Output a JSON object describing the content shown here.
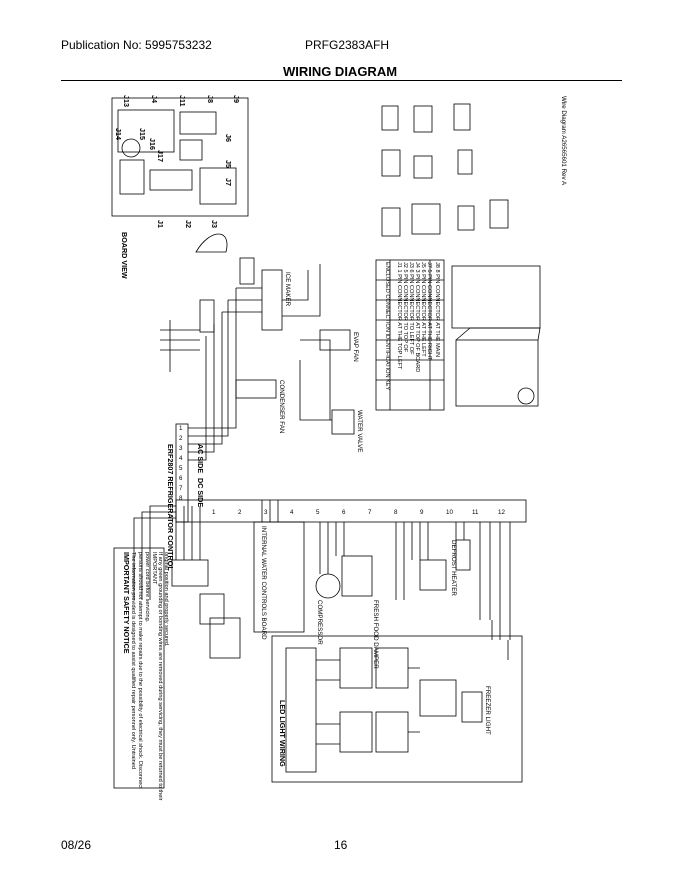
{
  "header": {
    "publication": "Publication No: 5995753232",
    "model": "PRFG2383AFH",
    "title": "WIRING DIAGRAM"
  },
  "footer": {
    "date": "08/26",
    "page": "16"
  },
  "diagram": {
    "board_view": "BOARD VIEW",
    "control": "ERF2807 REFRIGERATOR CONTROL",
    "ac_side": "AC SIDE",
    "dc_side": "DC SIDE",
    "wire_diagram": "Wire Diagram A26565601 Rev A",
    "connectors": [
      "J1",
      "J2",
      "J3",
      "J4",
      "J5",
      "J6",
      "J7",
      "J8",
      "J9",
      "J11",
      "J13",
      "J14",
      "J15",
      "J16",
      "J17"
    ],
    "safety_title": "IMPORTANT SAFETY NOTICE",
    "safety_lines": [
      "The information provided is designed to assist qualified repair personnel only. Untrained",
      "persons should not attempt to make repairs due to the possibility of electrical shock. Disconnect",
      "power cord before servicing.",
      "IMPORTANT",
      "If any green grounding or bonding wires are removed during servicing, they must be returned to their",
      "original position and properly secured."
    ],
    "led_light_wiring": "LED LIGHT WIRING",
    "internal_water": "INTERNAL WATER CONTROLS BOARD",
    "compressor": "COMPRESSOR",
    "defrost_heater": "DEFROST HEATER",
    "fresh_food_damper": "FRESH FOOD DAMPER",
    "freezer_light": "FREEZER LIGHT",
    "key_title": "ENCLOSED CONNECTION IDENTIFICATION KEY",
    "key_lines": [
      "J1 1 PIN CONNECTOR AT THE TOP LEFT",
      "J2 5 PIN CONNECTOR TO TOP OF",
      "J3 6 PIN CONNECTOR TO LEFT OF",
      "J4 3 PIN CONNECTOR AT TOP OF BOARD",
      "J5 6 PIN CONNECTOR AT THE LEFT",
      "J7 5 PIN CONNECTOR AT THE RIGHT",
      "J8 8 PIN CONNECTOR AT THE MAIN"
    ],
    "ice_maker": "ICE MAKER",
    "evap_fan": "EVAP FAN",
    "condenser_fan": "CONDENSER FAN",
    "water_valve": "WATER VALVE",
    "ac_pins": [
      "1",
      "2",
      "3",
      "4",
      "5",
      "6",
      "7",
      "8"
    ],
    "dc_pins": [
      "1",
      "2",
      "3",
      "4",
      "5",
      "6",
      "7",
      "8",
      "9",
      "10",
      "11",
      "12"
    ]
  }
}
